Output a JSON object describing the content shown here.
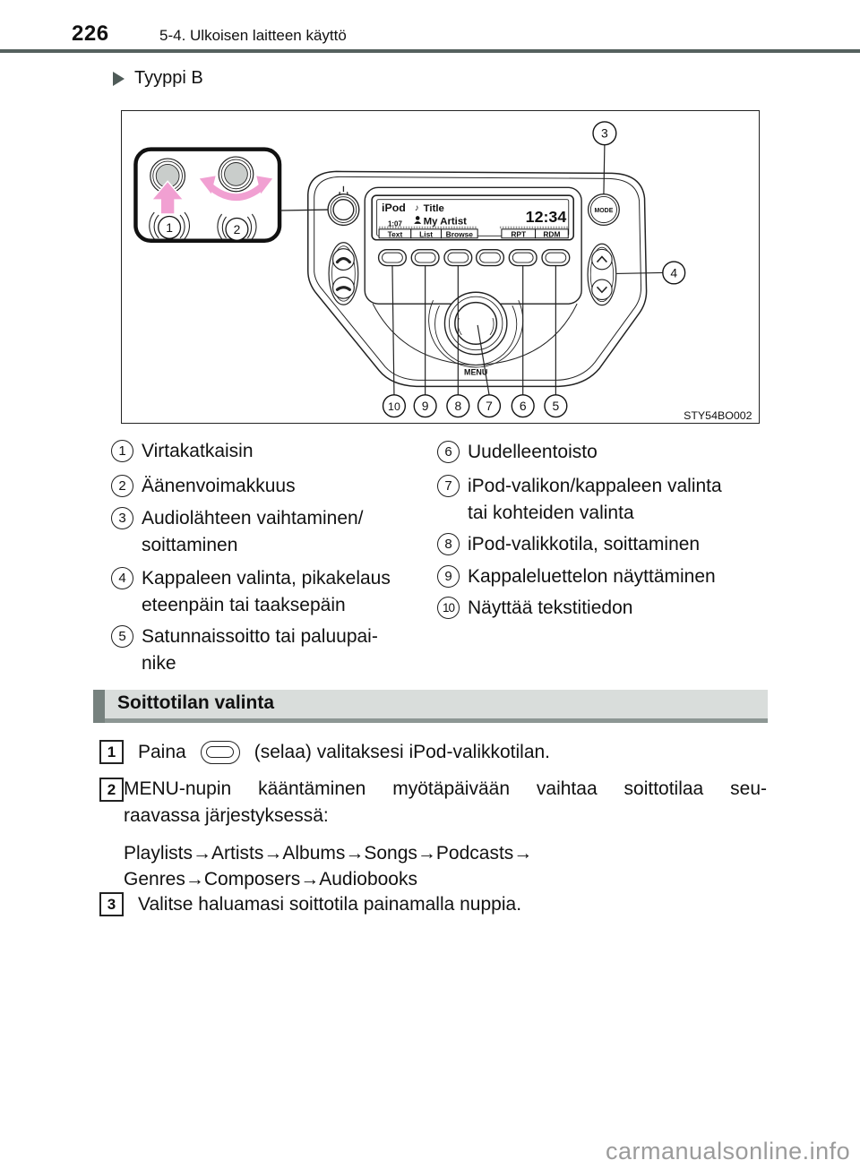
{
  "page": {
    "number": "226",
    "section": "5-4. Ulkoisen laitteen käyttö",
    "subsection": "Tyyppi B",
    "watermark": "carmanualsonline.info"
  },
  "figure": {
    "code": "STY54BO002",
    "display": {
      "brand": "iPod",
      "note_icon": "♪",
      "title": "Title",
      "artist": "My Artist",
      "elapsed": "1:07",
      "clock": "12:34",
      "keys_left": [
        "Text",
        "List",
        "Browse"
      ],
      "keys_right": [
        "RPT",
        "RDM"
      ]
    },
    "buttons": {
      "mode": "MODE",
      "menu": "MENU"
    },
    "callouts": [
      "1",
      "2",
      "3",
      "4",
      "5",
      "6",
      "7",
      "8",
      "9",
      "10"
    ]
  },
  "legend": {
    "left": [
      {
        "num": "1",
        "lines": [
          "Virtakatkaisin"
        ]
      },
      {
        "num": "2",
        "lines": [
          "Äänenvoimakkuus"
        ]
      },
      {
        "num": "3",
        "lines": [
          "Audiolähteen vaihtaminen/",
          "soittaminen"
        ]
      },
      {
        "num": "4",
        "lines": [
          "Kappaleen valinta, pikakelaus",
          "eteenpäin tai taaksepäin"
        ]
      },
      {
        "num": "5",
        "lines": [
          "Satunnaissoitto tai paluupai-",
          "nike"
        ]
      }
    ],
    "right": [
      {
        "num": "6",
        "lines": [
          "Uudelleentoisto"
        ]
      },
      {
        "num": "7",
        "lines": [
          "iPod-valikon/kappaleen valinta",
          "tai kohteiden valinta"
        ]
      },
      {
        "num": "8",
        "lines": [
          "iPod-valikkotila, soittaminen"
        ]
      },
      {
        "num": "9",
        "lines": [
          "Kappaleluettelon näyttäminen"
        ]
      },
      {
        "num": "10",
        "lines": [
          "Näyttää tekstitiedon"
        ]
      }
    ]
  },
  "section": {
    "title": "Soittotilan valinta",
    "steps": {
      "s1": {
        "num": "1",
        "pre": "Paina",
        "post": "(selaa) valitaksesi iPod-valikkotilan."
      },
      "s2": {
        "num": "2",
        "line1": "MENU-nupin kääntäminen myötäpäivään vaihtaa soittotilaa seu-",
        "line2": "raavassa järjestyksessä:",
        "seq1": "Playlists→Artists→Albums→Songs→Podcasts→",
        "seq2": "Genres→Composers→Audiobooks"
      },
      "s3": {
        "num": "3",
        "text": "Valitse haluamasi soittotila painamalla nuppia."
      }
    }
  },
  "colors": {
    "rule": "#55615e",
    "bar_bg": "#d9dddb",
    "bar_accent": "#76817e",
    "accent_pink": "#f1a0d2",
    "knob_gray": "#c9cdcb",
    "watermark": "#9b9b9b"
  }
}
